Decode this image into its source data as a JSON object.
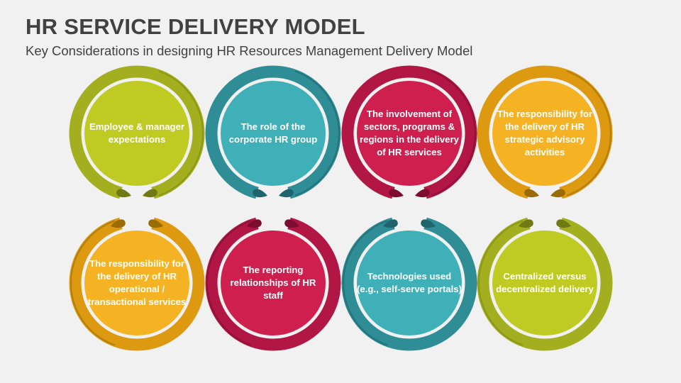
{
  "header": {
    "title": "HR SERVICE DELIVERY MODEL",
    "subtitle": "Key Considerations in designing HR Resources Management Delivery Model",
    "title_color": "#414141",
    "background_color": "#f1f1f1"
  },
  "diagram_data": {
    "type": "circle-cluster",
    "rows": 2,
    "columns": 4,
    "node_count": 8,
    "nodes": [
      {
        "id": 1,
        "row": 1,
        "column": 1,
        "label": "Employee & manager expectations",
        "fill": "#bfcb22",
        "ring": "#a3af1e",
        "arrow": "#6f7a14",
        "arc": "#8d9719",
        "arc_position": "bottom"
      },
      {
        "id": 2,
        "row": 1,
        "column": 2,
        "label": "The role of the corporate HR group",
        "fill": "#3fb0b8",
        "ring": "#2f8d96",
        "arrow": "#1f636c",
        "arc": "#23747c",
        "arc_position": "bottom"
      },
      {
        "id": 3,
        "row": 1,
        "column": 3,
        "label": "The involvement of sectors, programs & regions in the delivery of HR services",
        "fill": "#ce1f4f",
        "ring": "#b21645",
        "arrow": "#7d0d30",
        "arc": "#94113a",
        "arc_position": "bottom"
      },
      {
        "id": 4,
        "row": 1,
        "column": 4,
        "label": "The responsibility for the delivery of HR strategic advisory activities",
        "fill": "#f5b324",
        "ring": "#dd9910",
        "arrow": "#9a6c06",
        "arc": "#b4800b",
        "arc_position": "bottom"
      },
      {
        "id": 5,
        "row": 2,
        "column": 1,
        "label": "The responsibility for the delivery of HR operational / transactional services",
        "fill": "#f5b324",
        "ring": "#dd9910",
        "arrow": "#9a6c06",
        "arc": "#b4800b",
        "arc_position": "top"
      },
      {
        "id": 6,
        "row": 2,
        "column": 2,
        "label": "The reporting relationships of HR staff",
        "fill": "#ce1f4f",
        "ring": "#b21645",
        "arrow": "#7d0d30",
        "arc": "#94113a",
        "arc_position": "top"
      },
      {
        "id": 7,
        "row": 2,
        "column": 3,
        "label": "Technologies used (e.g., self-serve portals)",
        "fill": "#3fb0b8",
        "ring": "#2f8d96",
        "arrow": "#1f636c",
        "arc": "#23747c",
        "arc_position": "top"
      },
      {
        "id": 8,
        "row": 2,
        "column": 4,
        "label": "Centralized versus decentralized delivery",
        "fill": "#bfcb22",
        "ring": "#a3af1e",
        "arrow": "#6f7a14",
        "arc": "#8d9719",
        "arc_position": "top"
      }
    ]
  }
}
